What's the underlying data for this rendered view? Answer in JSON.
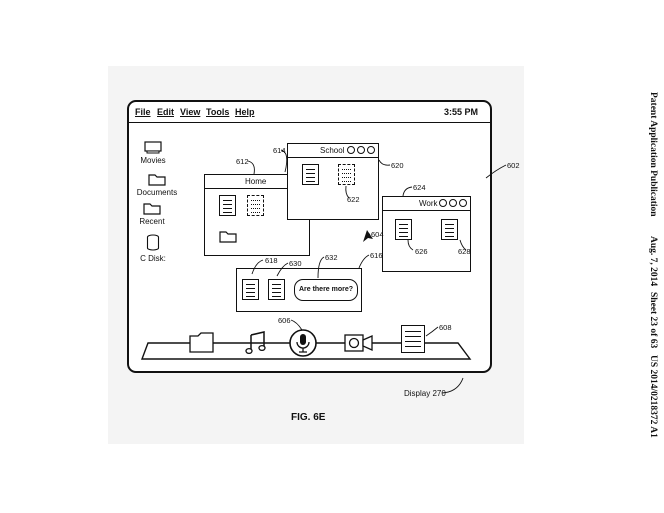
{
  "header": {
    "left": "Patent Application Publication",
    "date": "Aug. 7, 2014",
    "sheet": "Sheet 23 of 63",
    "number": "US 2014/0218372 A1"
  },
  "menu": {
    "file": "File",
    "edit": "Edit",
    "view": "View",
    "tools": "Tools",
    "help": "Help",
    "time": "3:55 PM"
  },
  "desktop_icons": {
    "movies": "Movies",
    "documents": "Documents",
    "recent": "Recent",
    "cdisk": "C Disk:"
  },
  "windows": {
    "home": "Home",
    "school": "School",
    "work": "Work"
  },
  "popup": {
    "question": "Are there more?"
  },
  "refs": {
    "r602": "602",
    "r604": "604",
    "r606": "606",
    "r608": "608",
    "r612": "612",
    "r614": "614",
    "r616": "616",
    "r618": "618",
    "r620": "620",
    "r622": "622",
    "r624": "624",
    "r626": "626",
    "r628": "628",
    "r630": "630",
    "r632": "632"
  },
  "display_label": "Display 270",
  "figure": "FIG. 6E"
}
